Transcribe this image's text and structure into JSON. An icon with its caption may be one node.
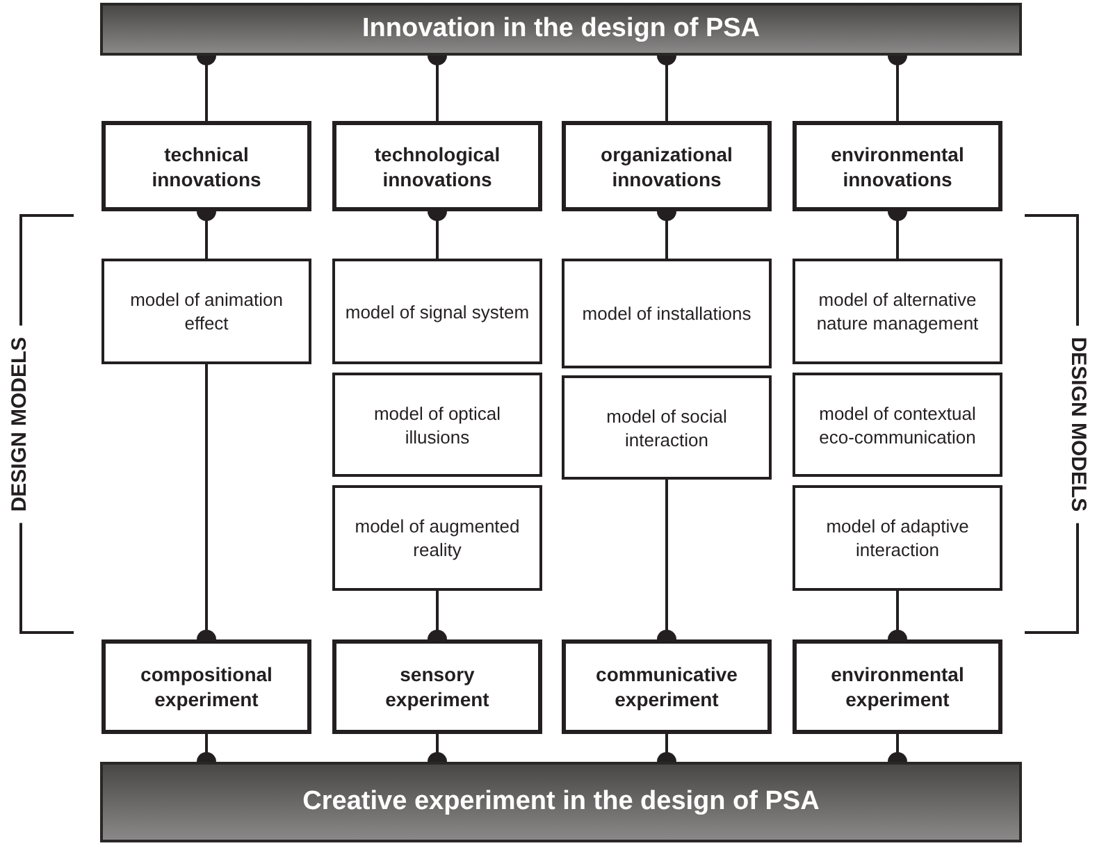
{
  "diagram": {
    "nodes": [
      {
        "text": [
          "Innovation in the design of PSA"
        ]
      },
      {
        "text": [
          "technical innovations"
        ]
      },
      {
        "text": [
          "technological innovations"
        ]
      },
      {
        "text": [
          "organizational innovations"
        ]
      },
      {
        "text": [
          "environmental innovations"
        ]
      },
      {
        "text": [
          "model of animation effect"
        ]
      },
      {
        "text": [
          "model of signal system"
        ]
      },
      {
        "text": [
          "model of optical illusions"
        ]
      },
      {
        "text": [
          "model of augmented reality"
        ]
      },
      {
        "text": [
          "model of installations"
        ]
      },
      {
        "text": [
          "model of social interaction"
        ]
      },
      {
        "text": [
          "model of alternative nature management"
        ]
      },
      {
        "text": [
          "model of contextual eco-communication"
        ]
      },
      {
        "text": [
          "model of adaptive interaction"
        ]
      },
      {
        "text": [
          "compositional experiment"
        ]
      },
      {
        "text": [
          "sensory experiment"
        ]
      },
      {
        "text": [
          "communicative experiment"
        ]
      },
      {
        "text": [
          "environmental experiment"
        ]
      },
      {
        "text": [
          "Creative experiment in the design of PSA"
        ]
      }
    ],
    "edges": [
      {
        "from": 0,
        "to": 1,
        "arrow": "other"
      },
      {
        "from": 0,
        "to": 2,
        "arrow": "other"
      },
      {
        "from": 0,
        "to": 3,
        "arrow": "other"
      },
      {
        "from": 0,
        "to": 4,
        "arrow": "other"
      },
      {
        "from": 1,
        "to": 5,
        "arrow": "other"
      },
      {
        "from": 2,
        "to": 6,
        "arrow": "other"
      },
      {
        "from": 3,
        "to": 9,
        "arrow": "other"
      },
      {
        "from": 4,
        "to": 11,
        "arrow": "other"
      },
      {
        "from": 14,
        "to": 5,
        "arrow": "other"
      },
      {
        "from": 15,
        "to": 8,
        "arrow": "other"
      },
      {
        "from": 16,
        "to": 10,
        "arrow": "other"
      },
      {
        "from": 17,
        "to": 13,
        "arrow": "other"
      },
      {
        "from": 18,
        "to": 14,
        "arrow": "other"
      },
      {
        "from": 18,
        "to": 15,
        "arrow": "other"
      },
      {
        "from": 18,
        "to": 16,
        "arrow": "other"
      },
      {
        "from": 18,
        "to": 17,
        "arrow": "other"
      }
    ],
    "labels": [
      "DESIGN MODELS",
      "DESIGN MODELS"
    ]
  }
}
